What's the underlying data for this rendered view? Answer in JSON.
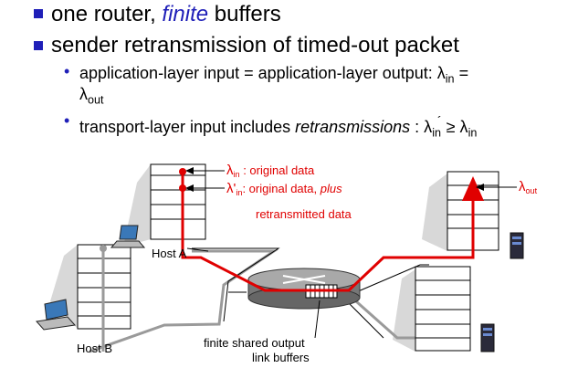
{
  "bullets": {
    "b1_pre": "one router, ",
    "b1_em": "finite",
    "b1_post": " buffers",
    "b2": "sender retransmission of timed-out packet",
    "s1_line1": "application-layer input = application-layer output: λ",
    "s1_sub_in": "in",
    "s1_eq": " =",
    "s1_line2_sym": "λ",
    "s1_sub_out": "out",
    "s2_pre": "transport-layer input includes ",
    "s2_em": "retransmissions",
    "s2_mid": " : λ",
    "s2_sub1": "in",
    "s2_ge": " ≥ λ",
    "s2_sub2": "in",
    "s2_prime": "´"
  },
  "diagram": {
    "lambda_in_sym": "λ",
    "lambda_in_sub": "in",
    "lambda_in_text": " : original data",
    "lambda_in2_sym": "λ'",
    "lambda_in2_sub": "in",
    "lambda_in2_text": ": original data, ",
    "lambda_in2_em": "plus",
    "lambda_in2_line2": "retransmitted data",
    "lambda_out_sym": "λ",
    "lambda_out_sub": "out",
    "host_a": "Host A",
    "host_b": "Host B",
    "buffer_line1": "finite shared output",
    "buffer_line2": "link buffers"
  },
  "colors": {
    "accent_blue": "#1f1fb8",
    "data_red": "#e00000",
    "link_gray": "#9a9a9a"
  }
}
